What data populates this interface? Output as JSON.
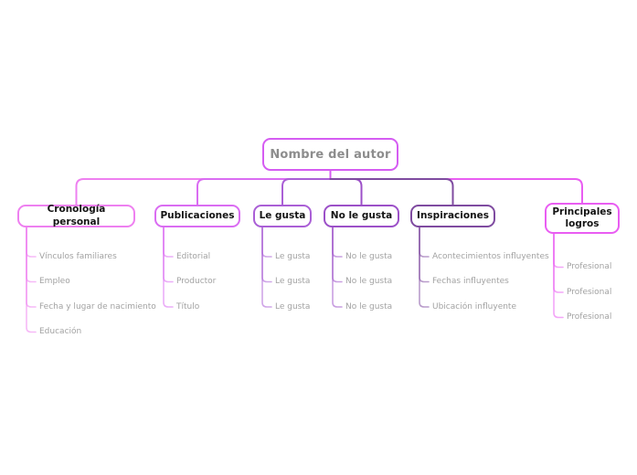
{
  "root": {
    "label": "Nombre del autor",
    "color": "#d55cf2"
  },
  "branches": [
    {
      "label": "Cronología personal",
      "color": "#ee80f0",
      "children": [
        "Vínculos familiares",
        "Empleo",
        "Fecha y lugar de nacimiento",
        "Educación"
      ]
    },
    {
      "label": "Publicaciones",
      "color": "#da6cf2",
      "children": [
        "Editorial",
        "Productor",
        "Título"
      ]
    },
    {
      "label": "Le gusta",
      "color": "#aa5fd6",
      "children": [
        "Le gusta",
        "Le gusta",
        "Le gusta"
      ]
    },
    {
      "label": "No le gusta",
      "color": "#9c50c8",
      "children": [
        "No le gusta",
        "No le gusta",
        "No le gusta"
      ]
    },
    {
      "label": "Inspiraciones",
      "color": "#7f4ba0",
      "children": [
        "Acontecimientos influyentes",
        "Fechas influyentes",
        "Ubicación influyente"
      ]
    },
    {
      "label": "Principales logros",
      "color": "#e95df2",
      "children": [
        "Profesional",
        "Profesional",
        "Profesional"
      ]
    }
  ]
}
